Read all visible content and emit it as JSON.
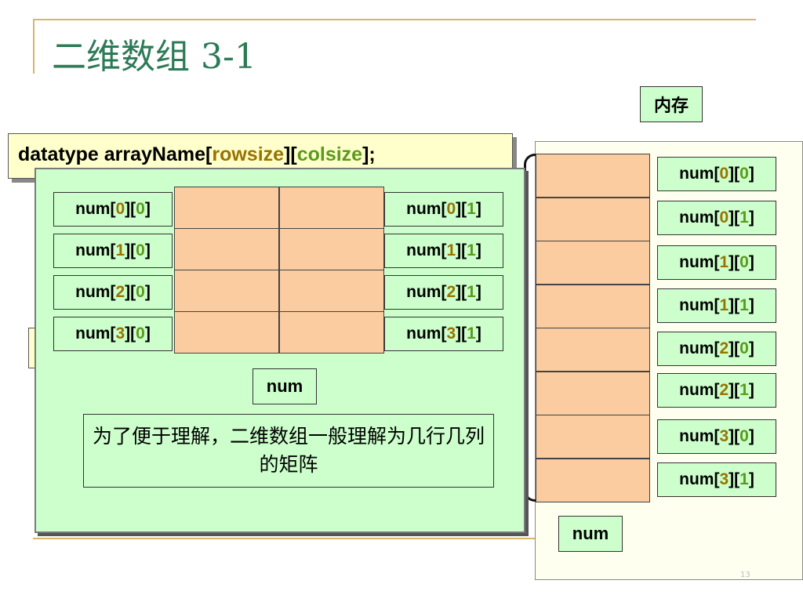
{
  "title": "二维数组 3-1",
  "memory_label": "内存",
  "declaration": {
    "prefix": "datatype arrayName[",
    "rowsize": "rowsize",
    "mid": "][",
    "colsize": "colsize",
    "suffix": "];"
  },
  "array_name": "num",
  "note": "为了便于理解，二维数组一般理解为几行几列的矩阵",
  "page_number": "13",
  "memory_elements": [
    {
      "row": "0",
      "col": "0"
    },
    {
      "row": "0",
      "col": "1"
    },
    {
      "row": "1",
      "col": "0"
    },
    {
      "row": "1",
      "col": "1"
    },
    {
      "row": "2",
      "col": "0"
    },
    {
      "row": "2",
      "col": "1"
    },
    {
      "row": "3",
      "col": "0"
    },
    {
      "row": "3",
      "col": "1"
    }
  ],
  "matrix_left": [
    {
      "row": "0",
      "col": "0"
    },
    {
      "row": "1",
      "col": "0"
    },
    {
      "row": "2",
      "col": "0"
    },
    {
      "row": "3",
      "col": "0"
    }
  ],
  "matrix_right": [
    {
      "row": "0",
      "col": "1"
    },
    {
      "row": "1",
      "col": "1"
    },
    {
      "row": "2",
      "col": "1"
    },
    {
      "row": "3",
      "col": "1"
    }
  ],
  "colors": {
    "title": "#2c7a56",
    "row_index": "#997300",
    "col_index": "#5b9a1c",
    "label_bg": "#ccffcc",
    "cell_fill": "#fbcca0",
    "declaration_bg": "#ffffcc"
  }
}
